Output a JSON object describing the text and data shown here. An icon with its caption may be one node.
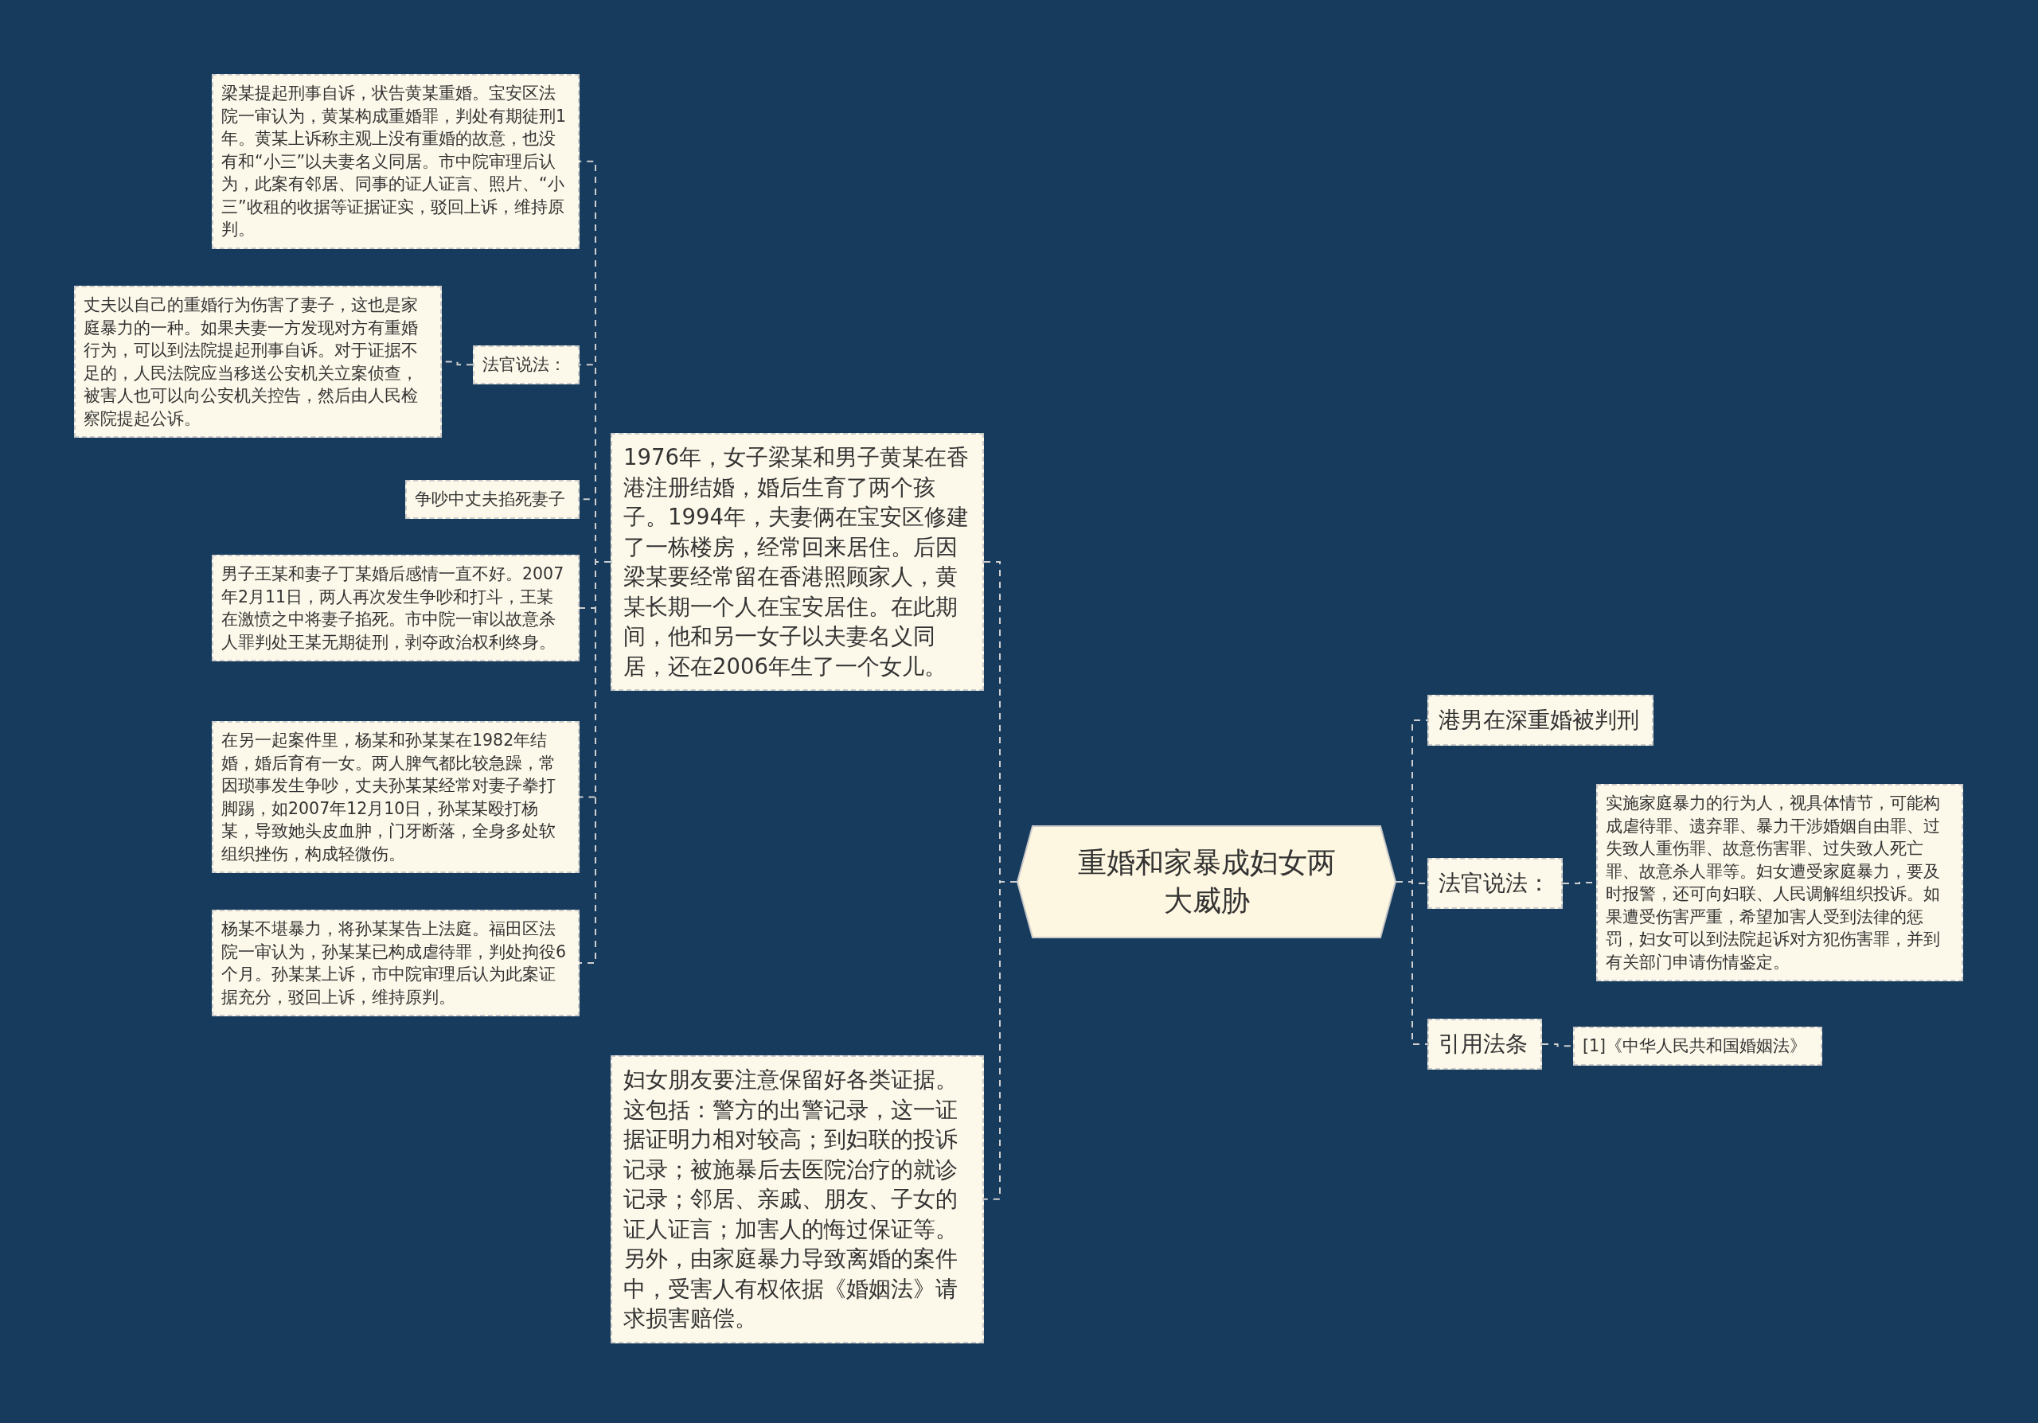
{
  "diagram": {
    "nodes": [
      {
        "text": [
          "重婚和家暴成妇女两大威胁"
        ]
      },
      {
        "text": [
          "1976年，女子梁某和男子黄某在香港注册结婚，婚后生育了两个孩子。1994年，夫妻俩在宝安区修建了一栋楼房，经常回来居住。后因梁某要经常留在香港照顾家人，黄某长期一个人在宝安居住。在此期间，他和另一女子以夫妻名义同居，还在2006年生了一个女儿。"
        ]
      },
      {
        "text": [
          "梁某提起刑事自诉，状告黄某重婚。宝安区法院一审认为，黄某构成重婚罪，判处有期徒刑1年。黄某上诉称主观上没有重婚的故意，也没有和“小三”以夫妻名义同居。市中院审理后认为，此案有邻居、同事的证人证言、照片、“小三”收租的收据等证据证实，驳回上诉，维持原判。"
        ]
      },
      {
        "text": [
          "法官说法："
        ]
      },
      {
        "text": [
          "丈夫以自己的重婚行为伤害了妻子，这也是家庭暴力的一种。如果夫妻一方发现对方有重婚行为，可以到法院提起刑事自诉。对于证据不足的，人民法院应当移送公安机关立案侦查，被害人也可以向公安机关控告，然后由人民检察院提起公诉。"
        ]
      },
      {
        "text": [
          "争吵中丈夫掐死妻子"
        ]
      },
      {
        "text": [
          "男子王某和妻子丁某婚后感情一直不好。2007年2月11日，两人再次发生争吵和打斗，王某在激愤之中将妻子掐死。市中院一审以故意杀人罪判处王某无期徒刑，剥夺政治权利终身。"
        ]
      },
      {
        "text": [
          "在另一起案件里，杨某和孙某某在1982年结婚，婚后育有一女。两人脾气都比较急躁，常因琐事发生争吵，丈夫孙某某经常对妻子拳打脚踢，如2007年12月10日，孙某某殴打杨某，导致她头皮血肿，门牙断落，全身多处软组织挫伤，构成轻微伤。"
        ]
      },
      {
        "text": [
          "杨某不堪暴力，将孙某某告上法庭。福田区法院一审认为，孙某某已构成虐待罪，判处拘役6个月。孙某某上诉，市中院审理后认为此案证据充分，驳回上诉，维持原判。"
        ]
      },
      {
        "text": [
          "妇女朋友要注意保留好各类证据。这包括：警方的出警记录，这一证据证明力相对较高；到妇联的投诉记录；被施暴后去医院治疗的就诊记录；邻居、亲戚、朋友、子女的证人证言；加害人的悔过保证等。另外，由家庭暴力导致离婚的案件中，受害人有权依据《婚姻法》请求损害赔偿。"
        ]
      },
      {
        "text": [
          "港男在深重婚被判刑"
        ]
      },
      {
        "text": [
          "法官说法："
        ]
      },
      {
        "text": [
          "实施家庭暴力的行为人，视具体情节，可能构成虐待罪、遗弃罪、暴力干涉婚姻自由罪、过失致人重伤罪、故意伤害罪、过失致人死亡罪、故意杀人罪等。妇女遭受家庭暴力，要及时报警，还可向妇联、人民调解组织投诉。如果遭受伤害严重，希望加害人受到法律的惩罚，妇女可以到法院起诉对方犯伤害罪，并到有关部门申请伤情鉴定。"
        ]
      },
      {
        "text": [
          "引用法条"
        ]
      },
      {
        "text": [
          "[1]《中华人民共和国婚姻法》"
        ]
      }
    ],
    "edges": [
      {
        "from": 0,
        "to": 1,
        "arrow": "none",
        "style": "dashed"
      },
      {
        "from": 0,
        "to": 9,
        "arrow": "none",
        "style": "dashed"
      },
      {
        "from": 1,
        "to": 2,
        "arrow": "none",
        "style": "dashed"
      },
      {
        "from": 1,
        "to": 3,
        "arrow": "none",
        "style": "dashed"
      },
      {
        "from": 3,
        "to": 4,
        "arrow": "none",
        "style": "dashed"
      },
      {
        "from": 1,
        "to": 5,
        "arrow": "none",
        "style": "dashed"
      },
      {
        "from": 1,
        "to": 6,
        "arrow": "none",
        "style": "dashed"
      },
      {
        "from": 1,
        "to": 7,
        "arrow": "none",
        "style": "dashed"
      },
      {
        "from": 1,
        "to": 8,
        "arrow": "none",
        "style": "dashed"
      },
      {
        "from": 0,
        "to": 10,
        "arrow": "none",
        "style": "dashed"
      },
      {
        "from": 0,
        "to": 11,
        "arrow": "none",
        "style": "dashed"
      },
      {
        "from": 11,
        "to": 12,
        "arrow": "none",
        "style": "dashed"
      },
      {
        "from": 0,
        "to": 13,
        "arrow": "none",
        "style": "dashed"
      },
      {
        "from": 13,
        "to": 14,
        "arrow": "none",
        "style": "dashed"
      }
    ]
  }
}
